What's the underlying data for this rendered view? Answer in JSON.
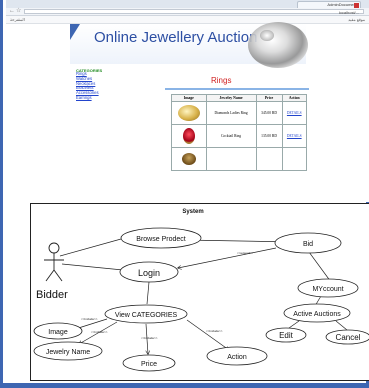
{
  "browser": {
    "tab_title": "AdminDocument",
    "address": "localhost/...",
    "bookmark_left": "المقترحة",
    "bookmark_right": "موقع مفيد"
  },
  "site": {
    "title": "Online Jewellery Auction",
    "categories_title": "CATEGORIES",
    "categories": [
      "Rings",
      "Watches",
      "Necklaces",
      "Bracelets",
      "Accessories",
      "Earrings"
    ],
    "section_title": "Rings",
    "table": {
      "headers": [
        "Image",
        "Jewelry Name",
        "Price",
        "Action"
      ],
      "rows": [
        {
          "name": "Diamonds Ladies Ring",
          "price": "345.00 BD",
          "action": "DETAILS"
        },
        {
          "name": "Cocktail Ring",
          "price": "135.00 BD",
          "action": "DETAILS"
        },
        {
          "name": "",
          "price": "",
          "action": ""
        }
      ]
    }
  },
  "diagram": {
    "title": "System",
    "actor": "Bidder",
    "nodes": {
      "browse": "Browse Prodect",
      "bid": "Bid",
      "login": "Login",
      "myaccount": "MYccount",
      "view_categories": "View CATEGORIES",
      "active_auctions": "Active Auctions",
      "image": "Image",
      "edit": "Edit",
      "cancel": "Cancel",
      "jewelry_name": "Jewelry Name",
      "price": "Price",
      "action": "Action"
    },
    "edge_labels": {
      "bid_login": "<<extend>>",
      "vc_image": "<<include>>",
      "vc_name": "<<include>>",
      "vc_price": "<<include>>",
      "vc_action": "<<include>>"
    }
  }
}
